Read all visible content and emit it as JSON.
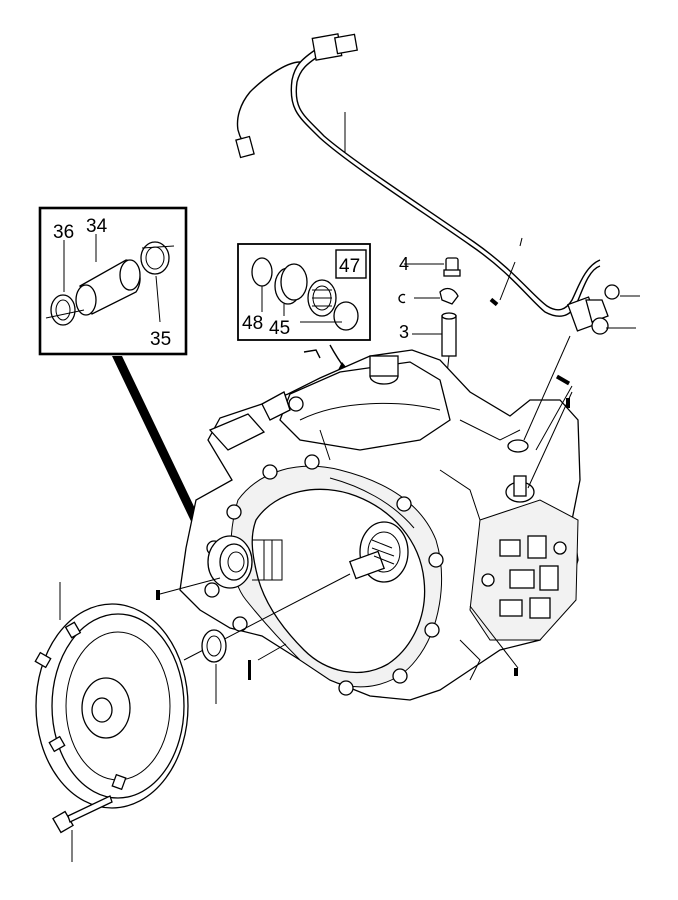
{
  "callouts": {
    "c36": "36",
    "c34": "34",
    "c35": "35",
    "c47": "47",
    "c48": "48",
    "c45": "45",
    "c4": "4",
    "c3": "3"
  },
  "colors": {
    "line": "#000000",
    "background": "#ffffff"
  }
}
